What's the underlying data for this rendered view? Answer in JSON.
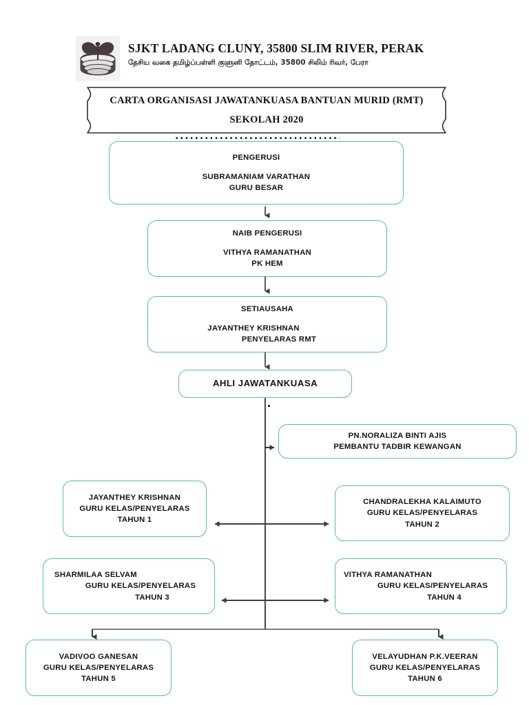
{
  "header": {
    "emblem_icon": "school-crest-icon",
    "school_name_en": "SJKT LADANG CLUNY, 35800 SLIM RIVER, PERAK",
    "school_name_ta": "தேசிய வகை தமிழ்ப்பள்ளி குளுனி தோட்டம், 35800 சிலிம் ரிவர், பேரா"
  },
  "title_plaque": {
    "line1": "CARTA ORGANISASI JAWATANKUASA BANTUAN MURID (RMT)",
    "line2": "SEKOLAH 2020"
  },
  "colors": {
    "node_border": "#55c18b",
    "connector": "#3c3c3c",
    "text": "#131313",
    "plaque_border": "#2b2b2b"
  },
  "chart_data": {
    "type": "diagram",
    "title": "CARTA ORGANISASI JAWATANKUASA BANTUAN MURID (RMT) SEKOLAH 2020",
    "nodes": [
      {
        "id": "pengerusi",
        "role": "PENGERUSI",
        "name": "SUBRAMANIAM VARATHAN",
        "position": "GURU BESAR",
        "level": 1
      },
      {
        "id": "naib-pengerusi",
        "role": "NAIB PENGERUSI",
        "name": "VITHYA RAMANATHAN",
        "position": "PK HEM",
        "level": 2
      },
      {
        "id": "setiausaha",
        "role": "SETIAUSAHA",
        "name": "JAYANTHEY KRISHNAN",
        "position": "PENYELARAS RMT",
        "level": 3
      },
      {
        "id": "ahli-jawatankuasa",
        "role": "AHLI JAWATANKUASA",
        "level": 4
      },
      {
        "id": "noraliza",
        "name": "PN.NORALIZA BINTI AJIS",
        "position": "PEMBANTU TADBIR KEWANGAN",
        "level": 5
      },
      {
        "id": "tahun-1",
        "name": "JAYANTHEY KRISHNAN",
        "position": "GURU KELAS/PENYELARAS",
        "year": "TAHUN 1",
        "level": 5
      },
      {
        "id": "tahun-2",
        "name": "CHANDRALEKHA KALAIMUTO",
        "position": "GURU KELAS/PENYELARAS",
        "year": "TAHUN 2",
        "level": 5
      },
      {
        "id": "tahun-3",
        "name": "SHARMILAA SELVAM",
        "position": "GURU KELAS/PENYELARAS",
        "year": "TAHUN 3",
        "level": 5
      },
      {
        "id": "tahun-4",
        "name": "VITHYA RAMANATHAN",
        "position": "GURU KELAS/PENYELARAS",
        "year": "TAHUN 4",
        "level": 5
      },
      {
        "id": "tahun-5",
        "name": "VADIVOO GANESAN",
        "position": "GURU KELAS/PENYELARAS",
        "year": "TAHUN 5",
        "level": 5
      },
      {
        "id": "tahun-6",
        "name": "VELAYUDHAN P.K.VEERAN",
        "position": "GURU KELAS/PENYELARAS",
        "year": "TAHUN 6",
        "level": 5
      }
    ],
    "edges": [
      {
        "from": "pengerusi",
        "to": "naib-pengerusi",
        "style": "arrow-down"
      },
      {
        "from": "naib-pengerusi",
        "to": "setiausaha",
        "style": "arrow-down"
      },
      {
        "from": "setiausaha",
        "to": "ahli-jawatankuasa",
        "style": "arrow-down"
      },
      {
        "from": "ahli-jawatankuasa",
        "to": "noraliza",
        "style": "arrow-right"
      },
      {
        "from": "ahli-jawatankuasa",
        "to": "tahun-1",
        "style": "arrow-left"
      },
      {
        "from": "ahli-jawatankuasa",
        "to": "tahun-2",
        "style": "arrow-right"
      },
      {
        "from": "ahli-jawatankuasa",
        "to": "tahun-3",
        "style": "arrow-left"
      },
      {
        "from": "ahli-jawatankuasa",
        "to": "tahun-4",
        "style": "arrow-right"
      },
      {
        "from": "ahli-jawatankuasa",
        "to": "tahun-5",
        "style": "arrow-down"
      },
      {
        "from": "ahli-jawatankuasa",
        "to": "tahun-6",
        "style": "arrow-down"
      }
    ]
  }
}
